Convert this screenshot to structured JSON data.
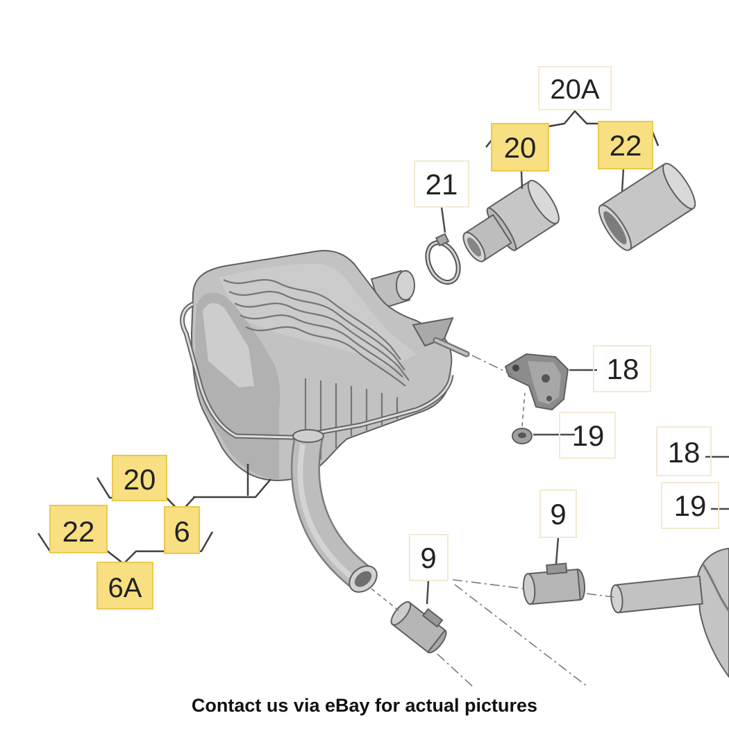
{
  "diagram": {
    "labels": {
      "group_20a": {
        "text": "20A",
        "highlighted": false
      },
      "tip_20_top": {
        "text": "20",
        "highlighted": true
      },
      "tip_22_top": {
        "text": "22",
        "highlighted": true
      },
      "clamp_21": {
        "text": "21",
        "highlighted": false
      },
      "hanger_18_left": {
        "text": "18",
        "highlighted": false
      },
      "nut_19_left": {
        "text": "19",
        "highlighted": false
      },
      "hanger_18_right": {
        "text": "18",
        "highlighted": false
      },
      "nut_19_right": {
        "text": "19",
        "highlighted": false
      },
      "clamp_9_right": {
        "text": "9",
        "highlighted": false
      },
      "clamp_9_left": {
        "text": "9",
        "highlighted": false
      },
      "tip_20_left": {
        "text": "20",
        "highlighted": true
      },
      "tip_22_left": {
        "text": "22",
        "highlighted": true
      },
      "muffler_6": {
        "text": "6",
        "highlighted": true
      },
      "group_6a": {
        "text": "6A",
        "highlighted": true
      }
    }
  },
  "colors": {
    "highlight_fill": "#f7df82",
    "highlight_border": "#ecc94b",
    "label_box_border": "#f2ead2",
    "part_gray": "#c2c2c2"
  },
  "footer": {
    "text": "Contact us via eBay for actual pictures"
  }
}
